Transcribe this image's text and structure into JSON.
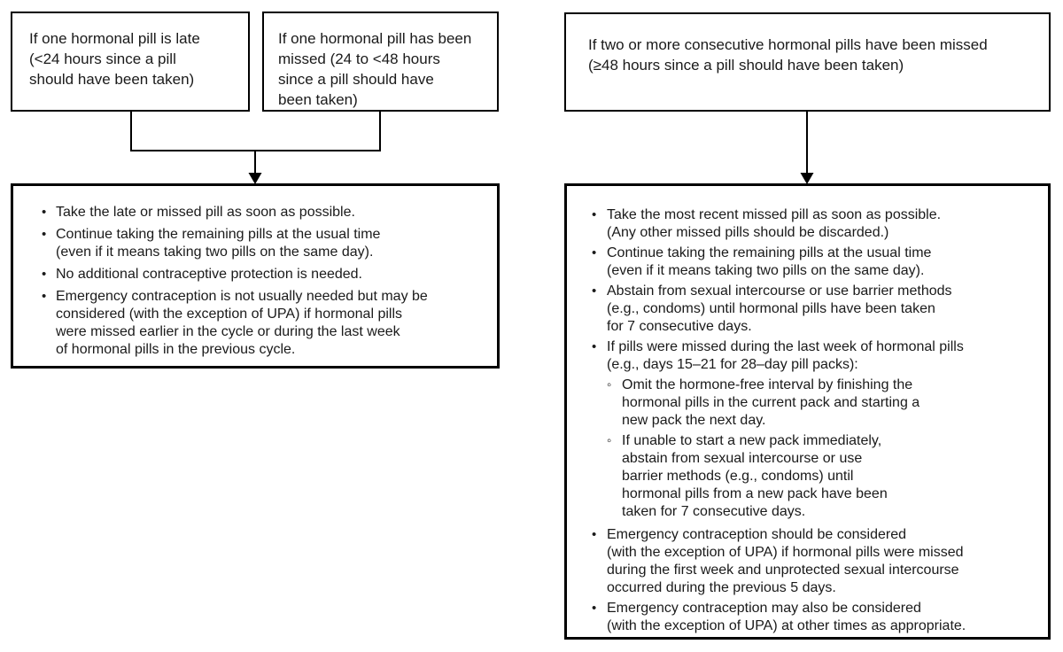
{
  "markers": {
    "bullet": "•",
    "sub_bullet": "◦"
  },
  "colors": {
    "line": "#000000",
    "text": "#1a1a1a",
    "background": "#ffffff"
  },
  "conditions": {
    "late": {
      "text": "If one hormonal pill is late\n(<24 hours since a pill\nshould have been taken)"
    },
    "missed_one": {
      "text": "If one hormonal pill has been\nmissed (24 to <48 hours\nsince a pill should have\nbeen taken)"
    },
    "missed_two_plus": {
      "text": "If two or more consecutive hormonal pills have been missed\n(≥48 hours since a pill should have been taken)"
    }
  },
  "left_result": {
    "bullets": [
      {
        "text": "Take the late or missed pill as soon as possible."
      },
      {
        "text": "Continue taking the remaining pills at the usual time\n(even if it means taking two pills on the same day)."
      },
      {
        "text": "No additional contraceptive protection is needed."
      },
      {
        "text": "Emergency contraception is not usually needed but may be\nconsidered (with the exception of UPA) if hormonal pills\nwere missed earlier in the cycle or during the last week\nof hormonal pills in the previous cycle."
      }
    ]
  },
  "right_result": {
    "bullets": [
      {
        "text": "Take the most recent missed pill as soon as possible.\n(Any other missed pills should be discarded.)"
      },
      {
        "text": "Continue taking the remaining pills at the usual time\n(even if it means taking two pills on the same day)."
      },
      {
        "text": "Abstain from sexual intercourse or use barrier methods\n(e.g., condoms) until hormonal pills have been taken\nfor 7 consecutive days."
      },
      {
        "text": "If pills were missed during the last week of hormonal pills\n(e.g., days 15–21 for 28–day pill packs):",
        "sub": [
          "Omit the hormone-free interval by finishing the\nhormonal pills in the current pack and starting a\nnew pack the next day.",
          "If unable to start a new pack immediately,\nabstain from sexual intercourse or use\nbarrier methods (e.g., condoms) until\nhormonal pills from a new pack have been\ntaken for 7 consecutive days."
        ]
      },
      {
        "text": "Emergency contraception should be considered\n(with the exception of UPA) if hormonal pills were missed\nduring the first week and unprotected sexual intercourse\noccurred during the previous 5 days."
      },
      {
        "text": "Emergency contraception may also be considered\n(with the exception of UPA) at other times as appropriate."
      }
    ]
  }
}
